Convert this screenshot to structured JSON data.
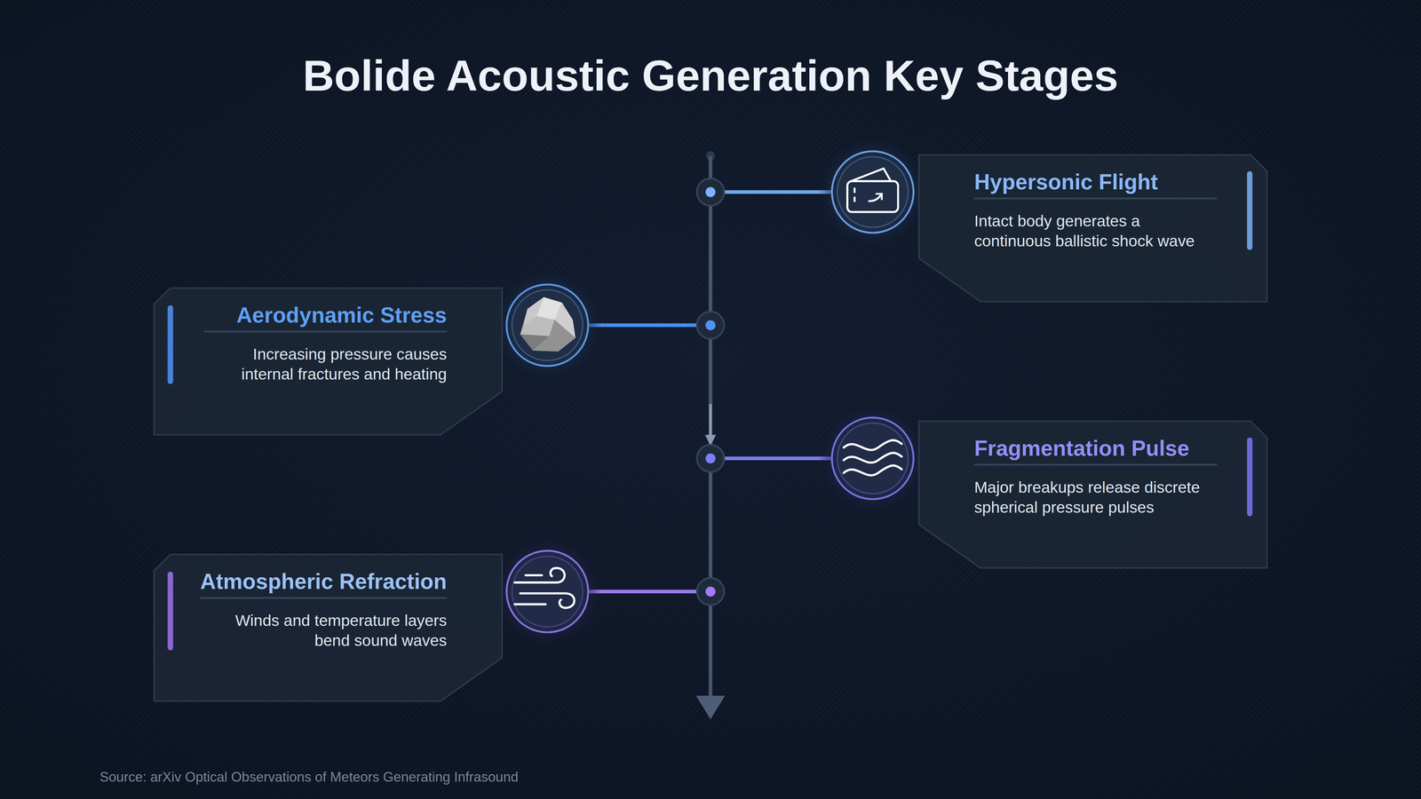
{
  "diagram": {
    "title": "Bolide Acoustic Generation Key Stages",
    "caption": "Source: arXiv Optical Observations of Meteors Generating Infrasound",
    "nodes": [
      {
        "text": [
          "Hypersonic Flight",
          "Intact body generates a continuous ballistic shock wave"
        ]
      },
      {
        "text": [
          "Aerodynamic Stress",
          "Increasing pressure causes internal fractures and heating"
        ]
      },
      {
        "text": [
          "Fragmentation Pulse",
          "Major breakups release discrete spherical pressure pulses"
        ]
      },
      {
        "text": [
          "Atmospheric Refraction",
          "Winds and temperature layers bend sound waves"
        ]
      }
    ]
  }
}
